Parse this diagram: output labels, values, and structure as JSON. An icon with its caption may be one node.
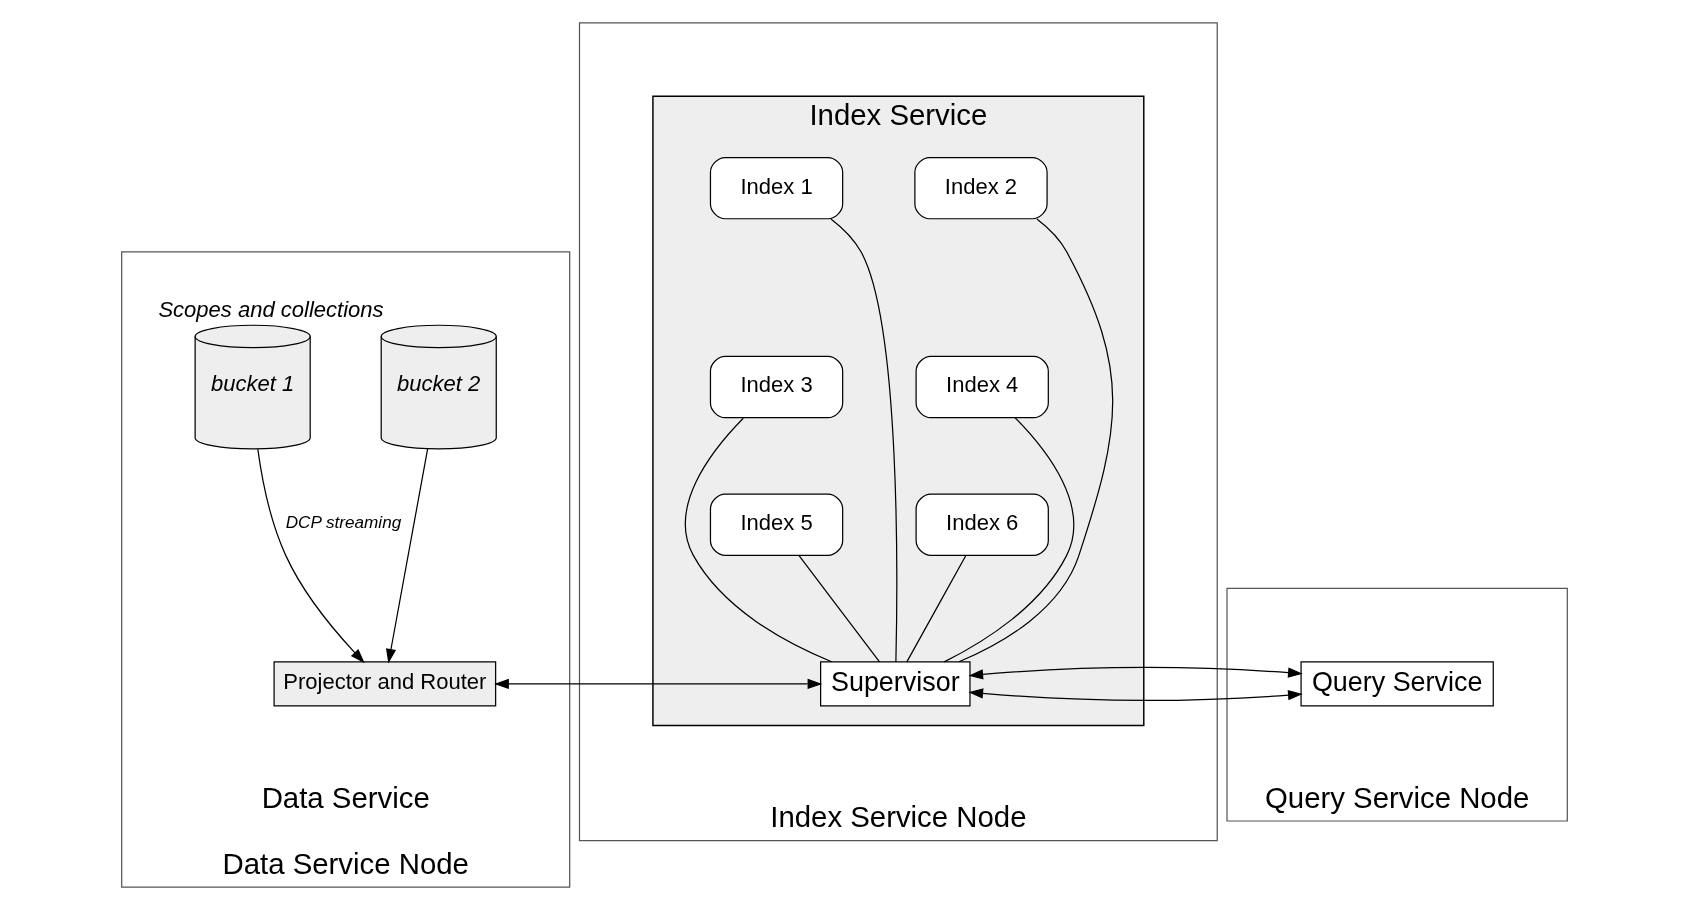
{
  "diagram": {
    "nodes": [
      {
        "text": [
          "Data Service",
          "Data Service Node"
        ]
      },
      {
        "text": [
          "bucket 1"
        ],
        "in": 0
      },
      {
        "text": [
          "bucket 2"
        ],
        "in": 0,
        "beside": [
          "Scopes and collections"
        ]
      },
      {
        "text": [
          "Projector and Router"
        ],
        "in": 0
      },
      {
        "text": [
          "Index Service Node"
        ]
      },
      {
        "text": [
          "Index Service"
        ],
        "in": 4
      },
      {
        "text": [
          "Index 1"
        ],
        "in": 5
      },
      {
        "text": [
          "Index 2"
        ],
        "in": 5
      },
      {
        "text": [
          "Index 3"
        ],
        "in": 5
      },
      {
        "text": [
          "Index 4"
        ],
        "in": 5
      },
      {
        "text": [
          "Index 5"
        ],
        "in": 5
      },
      {
        "text": [
          "Index 6"
        ],
        "in": 5
      },
      {
        "text": [
          "Supervisor"
        ],
        "in": 5
      },
      {
        "text": [
          "Query Service Node"
        ]
      },
      {
        "text": [
          "Query Service"
        ],
        "in": 13
      }
    ],
    "edges": [
      {
        "from": 1,
        "to": 3,
        "arrow": "to",
        "label": "DCP streaming"
      },
      {
        "from": 2,
        "to": 3,
        "arrow": "to"
      },
      {
        "from": 3,
        "to": 12,
        "arrow": "both"
      },
      {
        "from": 12,
        "to": 14,
        "arrow": "both"
      },
      {
        "from": 6,
        "to": 12,
        "arrow": "none"
      },
      {
        "from": 7,
        "to": 12,
        "arrow": "none"
      },
      {
        "from": 8,
        "to": 12,
        "arrow": "none"
      },
      {
        "from": 9,
        "to": 12,
        "arrow": "none"
      },
      {
        "from": 10,
        "to": 12,
        "arrow": "none"
      },
      {
        "from": 11,
        "to": 12,
        "arrow": "none"
      }
    ]
  }
}
